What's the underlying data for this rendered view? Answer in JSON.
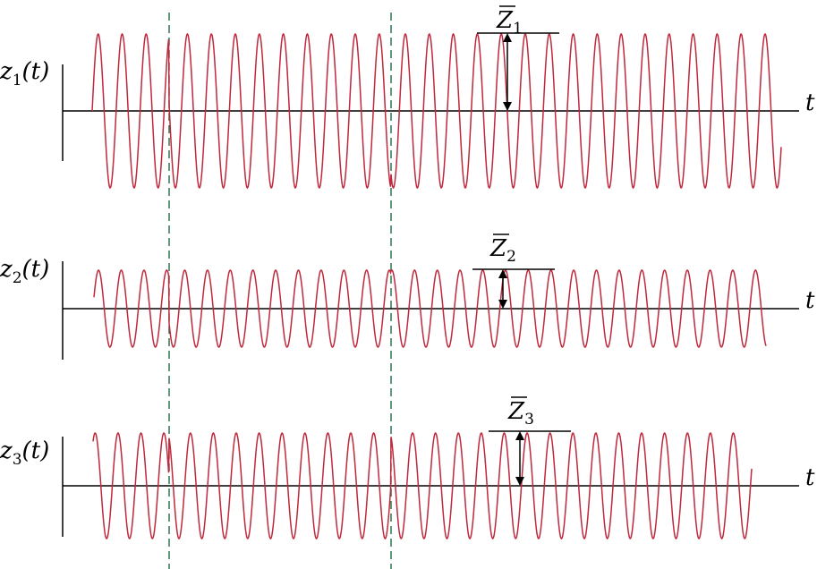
{
  "colors": {
    "wave": "#c0283c",
    "marker": "#1f6b45",
    "axis": "#000000"
  },
  "axis_label": "t",
  "panels": [
    {
      "y_label": {
        "base": "z",
        "sub": "1",
        "arg": "(t)"
      },
      "amp_label": {
        "base": "Z",
        "sub": "1"
      }
    },
    {
      "y_label": {
        "base": "z",
        "sub": "2",
        "arg": "(t)"
      },
      "amp_label": {
        "base": "Z",
        "sub": "2"
      }
    },
    {
      "y_label": {
        "base": "z",
        "sub": "3",
        "arg": "(t)"
      },
      "amp_label": {
        "base": "Z",
        "sub": "3"
      }
    }
  ]
}
